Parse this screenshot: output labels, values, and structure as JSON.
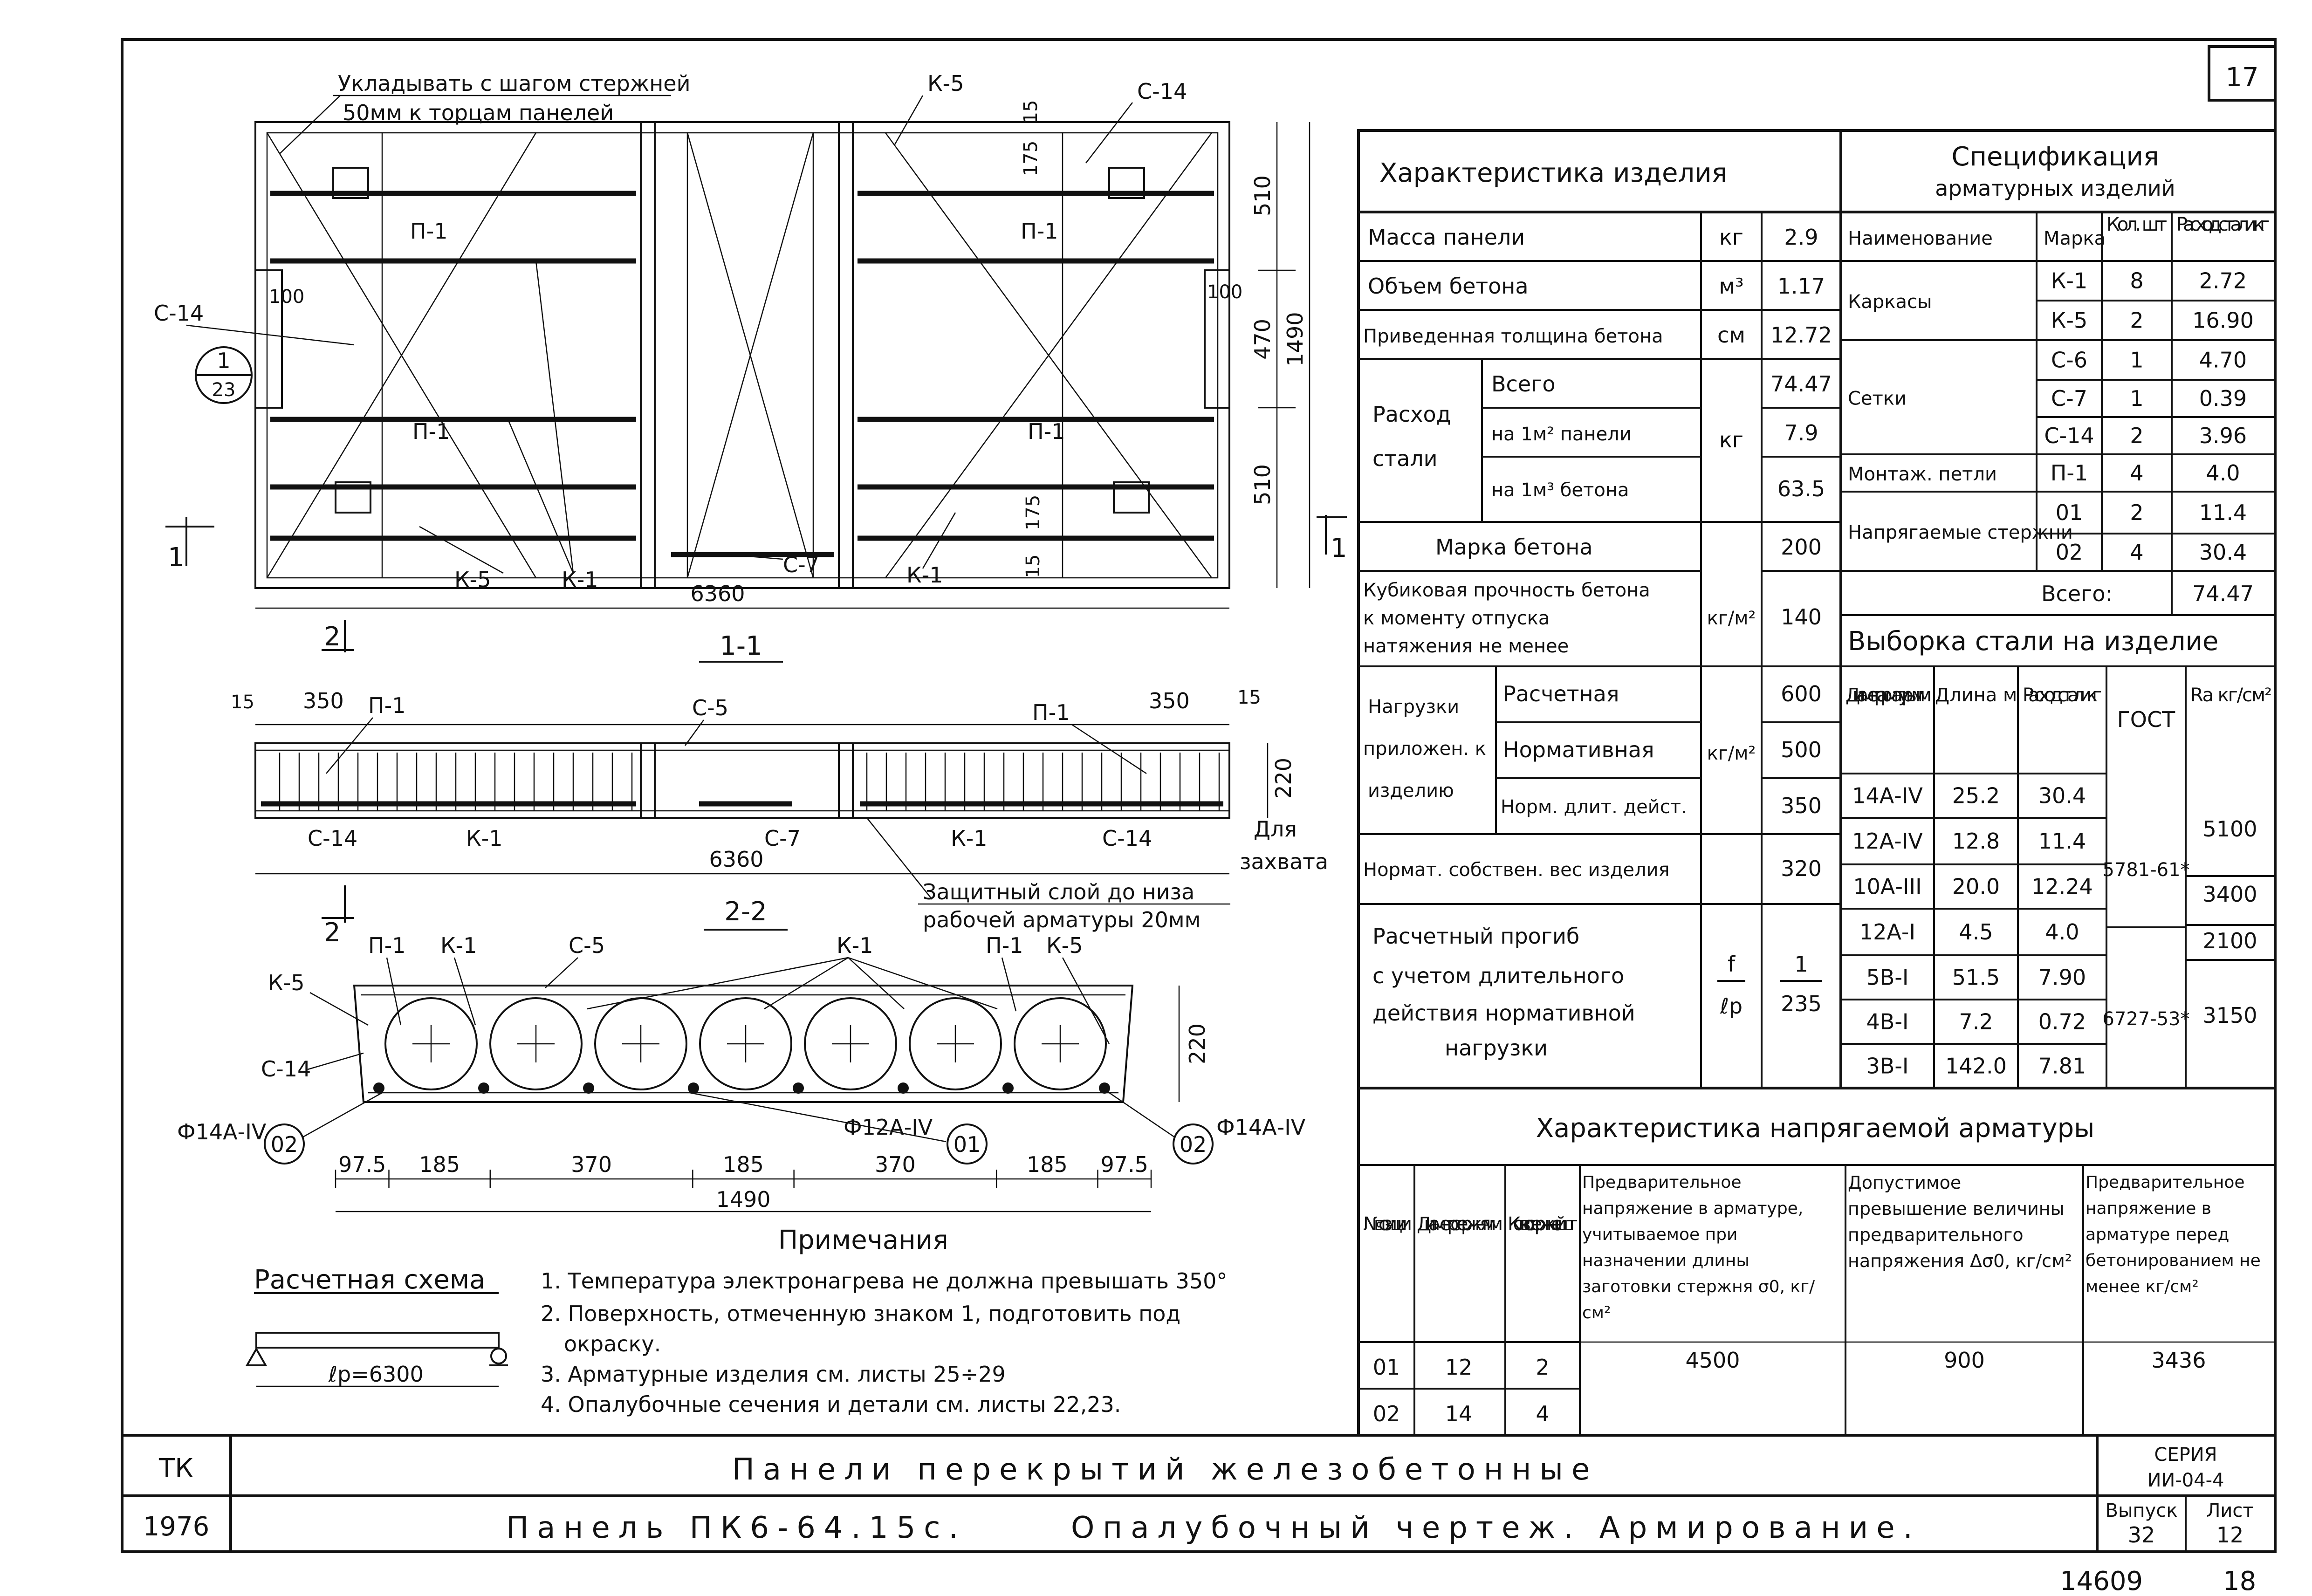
{
  "sheet": {
    "page_no": "17",
    "footer_code": "14609",
    "footer_no": "18",
    "title_main": "Панели перекрытий железобетонные",
    "title_sub": "Панель ПК6-64.15с.",
    "title_drawing": "Опалубочный чертеж. Армирование.",
    "org": "ТК",
    "year": "1976",
    "series_label": "СЕРИЯ",
    "series": "ИИ-04-4",
    "issue_label": "Выпуск",
    "issue": "32",
    "sheet_label": "Лист",
    "sheet_no": "12"
  },
  "plan": {
    "note1": "Укладывать с шагом стержней",
    "note2": "50мм к торцам панелей",
    "labels": {
      "k5_top": "К-5",
      "c14_top": "С-14",
      "p1_left_top": "П-1",
      "p1_right_top": "П-1",
      "p1_left_bot": "П-1",
      "p1_right_bot": "П-1",
      "c14_left": "С-14",
      "k5_bot": "К-5",
      "k1_bot": "К-1",
      "c7_bot": "С-7",
      "k1_right_bot": "К-1",
      "section_num": "1",
      "section_den": "23",
      "mark1_l": "1",
      "mark1_r": "1",
      "mark2": "2"
    },
    "dims": {
      "d15_top": "15",
      "d175_top": "175",
      "d510_top": "510",
      "d470": "470",
      "d1490": "1490",
      "d510_bot": "510",
      "d175_bot": "175",
      "d15_bot": "15",
      "d100_l": "100",
      "d100_r": "100",
      "length": "6360"
    },
    "section_label": "1-1"
  },
  "elev": {
    "labels": {
      "p1_l": "П-1",
      "c5": "С-5",
      "p1_r": "П-1",
      "c14_l": "С-14",
      "k1_l": "К-1",
      "c7": "С-7",
      "k1_r": "К-1",
      "c14_r": "С-14"
    },
    "dims": {
      "d15_l": "15",
      "d350_l": "350",
      "d350_r": "350",
      "d15_r": "15",
      "d220": "220",
      "length": "6360"
    },
    "grip_note1": "Для",
    "grip_note2": "захвата",
    "cover_note1": "Защитный слой до низа",
    "cover_note2": "рабочей арматуры 20мм",
    "section_label": "2-2"
  },
  "cross": {
    "labels": {
      "p1_l": "П-1",
      "k1_l": "К-1",
      "c5": "С-5",
      "k1_r": "К-1",
      "p1_r": "П-1",
      "k5_r": "К-5",
      "k5_l": "К-5",
      "c14": "С-14"
    },
    "bar_left": "Ф14А-IV",
    "bar_mid": "Ф12А-IV",
    "bar_right": "Ф14А-IV",
    "pos_left": "02",
    "pos_mid": "01",
    "pos_right": "02",
    "dims": [
      "97.5",
      "185",
      "370",
      "185",
      "370",
      "185",
      "97.5"
    ],
    "total": "1490",
    "height": "220"
  },
  "scheme": {
    "title": "Расчетная схема",
    "span": "ℓр=6300"
  },
  "notes": {
    "title": "Примечания",
    "items": [
      "1. Температура электронагрева не должна превышать 350°",
      "2. Поверхность, отмеченную знаком 1, подготовить под",
      "окраску.",
      "3. Арматурные изделия см. листы 25÷29",
      "4. Опалубочные сечения и детали см. листы 22,23."
    ]
  },
  "characteristics": {
    "header": "Характеристика изделия",
    "mass_label": "Масса панели",
    "mass_unit": "кг",
    "mass": "2.9",
    "volume_label": "Объем бетона",
    "volume_unit": "м³",
    "volume": "1.17",
    "thickness_label": "Приведенная толщина бетона",
    "thickness_unit": "см",
    "thickness": "12.72",
    "steel_label1": "Расход",
    "steel_label2": "стали",
    "steel_unit": "кг",
    "steel_total_label": "Всего",
    "steel_total": "74.47",
    "steel_m2_label": "на 1м² панели",
    "steel_m2": "7.9",
    "steel_m3_label": "на 1м³ бетона",
    "steel_m3": "63.5",
    "grade_label": "Марка бетона",
    "grade": "200",
    "cube_label1": "Кубиковая прочность бетона",
    "cube_label2": "к моменту отпуска",
    "cube_label3": "натяжения не менее",
    "cube_unit": "кг/м²",
    "cube": "140",
    "load_label1": "Нагрузки",
    "load_label2": "приложен. к",
    "load_label3": "изделию",
    "load_unit": "кг/м²",
    "load_calc_label": "Расчетная",
    "load_calc": "600",
    "load_norm_label": "Нормативная",
    "load_norm": "500",
    "load_long_label": "Норм. длит. дейст.",
    "load_long": "350",
    "self_label": "Нормат. собствен. вес изделия",
    "self": "320",
    "defl_label1": "Расчетный прогиб",
    "defl_label2": "с учетом длительного",
    "defl_label3": "действия нормативной",
    "defl_label4": "нагрузки",
    "defl_unit_num": "f",
    "defl_unit_den": "ℓр",
    "defl_num": "1",
    "defl_den": "235"
  },
  "spec": {
    "header1": "Спецификация",
    "header2": "арматурных изделий",
    "col_name": "Наименование",
    "col_mark": "Марка",
    "col_qty": "Кол. шт",
    "col_steel": "Расход стали кг",
    "rows": [
      {
        "name": "Каркасы",
        "mark": "К-1",
        "qty": "8",
        "steel": "2.72"
      },
      {
        "name": "",
        "mark": "К-5",
        "qty": "2",
        "steel": "16.90"
      },
      {
        "name": "Сетки",
        "mark": "С-6",
        "qty": "1",
        "steel": "4.70"
      },
      {
        "name": "",
        "mark": "С-7",
        "qty": "1",
        "steel": "0.39"
      },
      {
        "name": "",
        "mark": "С-14",
        "qty": "2",
        "steel": "3.96"
      },
      {
        "name": "Монтаж. петли",
        "mark": "П-1",
        "qty": "4",
        "steel": "4.0"
      },
      {
        "name": "Напрягаемые стержни",
        "mark": "01",
        "qty": "2",
        "steel": "11.4"
      },
      {
        "name": "",
        "mark": "02",
        "qty": "4",
        "steel": "30.4"
      }
    ],
    "total_label": "Всего:",
    "total": "74.47"
  },
  "selection": {
    "header": "Выборка стали на изделие",
    "col_diam": "Диаметр арматуры мм",
    "col_len": "Длина м",
    "col_steel": "Расход стали кг",
    "col_gost": "ГОСТ",
    "col_ra": "Rа кг/см²",
    "rows": [
      {
        "diam": "14А-IV",
        "len": "25.2",
        "steel": "30.4"
      },
      {
        "diam": "12А-IV",
        "len": "12.8",
        "steel": "11.4"
      },
      {
        "diam": "10А-III",
        "len": "20.0",
        "steel": "12.24"
      },
      {
        "diam": "12А-I",
        "len": "4.5",
        "steel": "4.0"
      },
      {
        "diam": "5В-I",
        "len": "51.5",
        "steel": "7.90"
      },
      {
        "diam": "4В-I",
        "len": "7.2",
        "steel": "0.72"
      },
      {
        "diam": "3В-I",
        "len": "142.0",
        "steel": "7.81"
      }
    ],
    "gost1": "5781-61*",
    "gost2": "6727-53*",
    "ra": [
      "5100",
      "3400",
      "2100",
      "3150"
    ]
  },
  "prestress": {
    "header": "Характеристика напрягаемой арматуры",
    "col_pos": "№ позиции",
    "col_diam": "Диаметр стержня мм",
    "col_qty": "Кол-во стерж-ней шт",
    "col_pre": "Предварительное напряжение в арматуре, учитываемое при назначении длины заготовки стержня σ0, кг/см²",
    "col_dev": "Допустимое превышение величины предварительного напряжения Δσ0, кг/см²",
    "col_before": "Предварительное напряжение в арматуре перед бетонированием не менее кг/см²",
    "rows": [
      {
        "pos": "01",
        "diam": "12",
        "qty": "2"
      },
      {
        "pos": "02",
        "diam": "14",
        "qty": "4"
      }
    ],
    "pre": "4500",
    "dev": "900",
    "before": "3436"
  }
}
